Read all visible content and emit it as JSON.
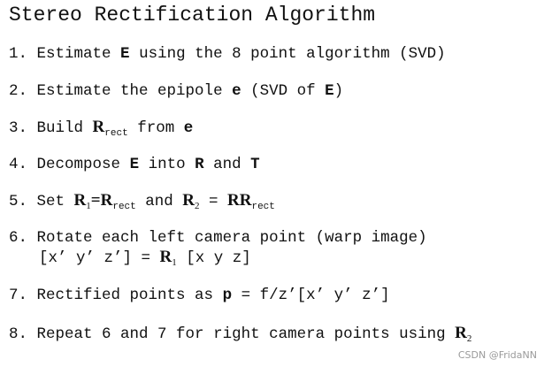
{
  "title": "Stereo Rectification Algorithm",
  "steps": [
    {
      "num": "1.",
      "t1": "Estimate ",
      "b1": "E",
      "t2": " using the 8 point algorithm (SVD)"
    },
    {
      "num": "2.",
      "t1": "Estimate the epipole ",
      "b1": "e",
      "t2": " (SVD of ",
      "b2": "E",
      "t3": ")"
    },
    {
      "num": "3.",
      "t1": "Build ",
      "r": "R",
      "sub": "rect",
      "t2": " from ",
      "b1": "e"
    },
    {
      "num": "4.",
      "t1": "Decompose ",
      "b1": "E",
      "t2": " into ",
      "b2": "R",
      "t3": " and ",
      "b3": "T"
    },
    {
      "num": "5.",
      "t1": "Set ",
      "r1": "R",
      "s1": "1",
      "eq": "=",
      "r2": "R",
      "s2": "rect",
      "t2": " and ",
      "r3": "R",
      "s3": "2",
      "t3": " = ",
      "r4": "RR",
      "s4": "rect"
    },
    {
      "num": "6.",
      "line1": "Rotate each left camera point (warp image)",
      "t1": "[x’ y’ z’] = ",
      "r": "R",
      "sub": "1",
      "t2": " [x y z]"
    },
    {
      "num": "7.",
      "t1": "Rectified points as ",
      "b1": "p",
      "t2": " = f/z’[x’ y’ z’]"
    },
    {
      "num": "8.",
      "t1": "Repeat 6 and 7 for right camera points using ",
      "r": "R",
      "sub": "2"
    }
  ],
  "watermark": "CSDN @FridaNN"
}
